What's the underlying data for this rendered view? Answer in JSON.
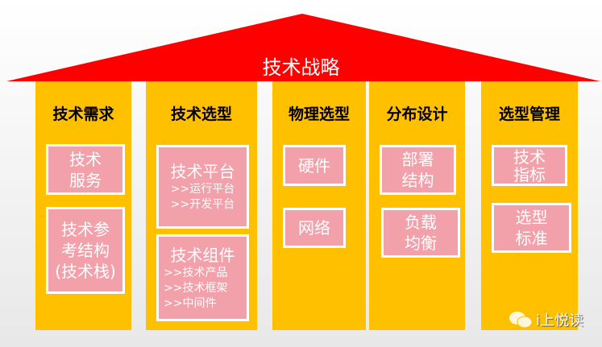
{
  "title": "技术战略",
  "columns": [
    {
      "header": "技术需求",
      "boxes": [
        {
          "lines": [
            "技术",
            "服务"
          ]
        },
        {
          "lines": [
            "技术参",
            "考结构",
            "(技术栈)"
          ]
        }
      ]
    },
    {
      "header": "技术选型",
      "boxes": [
        {
          "title": "技术平台",
          "items": [
            ">>运行平台",
            ">>开发平台"
          ]
        },
        {
          "title": "技术组件",
          "items": [
            ">>技术产品",
            ">>技术框架",
            ">>中间件"
          ]
        }
      ]
    },
    {
      "header": "物理选型",
      "boxes": [
        {
          "lines": [
            "硬件"
          ]
        },
        {
          "lines": [
            "网络"
          ]
        }
      ]
    },
    {
      "header": "分布设计",
      "boxes": [
        {
          "lines": [
            "部署",
            "结构"
          ]
        },
        {
          "lines": [
            "负载",
            "均衡"
          ]
        }
      ]
    },
    {
      "header": "选型管理",
      "boxes": [
        {
          "lines": [
            "技术",
            "指标"
          ]
        },
        {
          "lines": [
            "选型",
            "标准"
          ]
        }
      ]
    }
  ],
  "watermark": "i上悦读",
  "colors": {
    "roof": "#FF0000",
    "pillar": "#FFC000",
    "box": "#F2A0AA"
  }
}
